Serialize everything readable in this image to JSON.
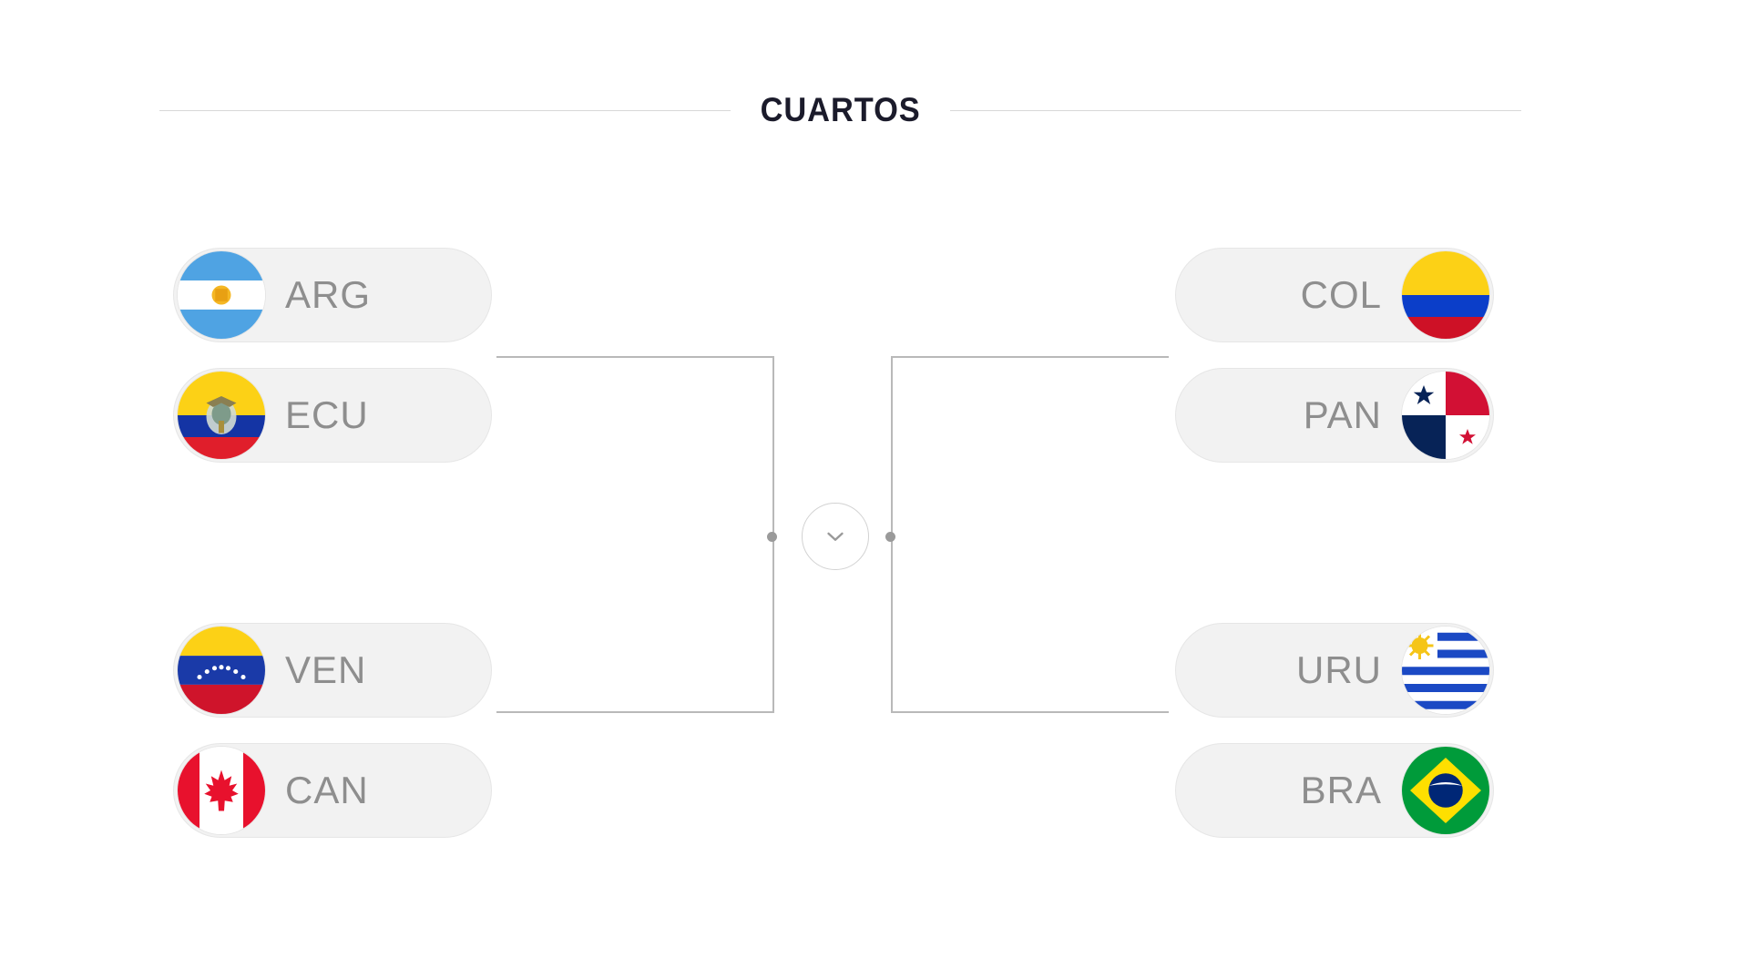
{
  "header": {
    "title": "CUARTOS",
    "rule_color": "#d8d8d8",
    "title_color": "#1b1b2b"
  },
  "theme": {
    "page_background": "#ffffff",
    "pill_background": "#f2f2f2",
    "pill_border": "#e6e6e6",
    "pill_text": "#8e8e8e",
    "connector_line": "#b9b9b9",
    "connector_dot": "#9a9a9a",
    "chevron_stroke": "#9a9a9a"
  },
  "bracket": {
    "round_name": "CUARTOS",
    "center_icon": "chevron-down-icon",
    "left_matches": [
      {
        "match_index": 1,
        "teams": [
          {
            "code": "ARG",
            "flag": "flag-argentina"
          },
          {
            "code": "ECU",
            "flag": "flag-ecuador"
          }
        ]
      },
      {
        "match_index": 2,
        "teams": [
          {
            "code": "VEN",
            "flag": "flag-venezuela"
          },
          {
            "code": "CAN",
            "flag": "flag-canada"
          }
        ]
      }
    ],
    "right_matches": [
      {
        "match_index": 3,
        "teams": [
          {
            "code": "COL",
            "flag": "flag-colombia"
          },
          {
            "code": "PAN",
            "flag": "flag-panama"
          }
        ]
      },
      {
        "match_index": 4,
        "teams": [
          {
            "code": "URU",
            "flag": "flag-uruguay"
          },
          {
            "code": "BRA",
            "flag": "flag-brazil"
          }
        ]
      }
    ]
  }
}
